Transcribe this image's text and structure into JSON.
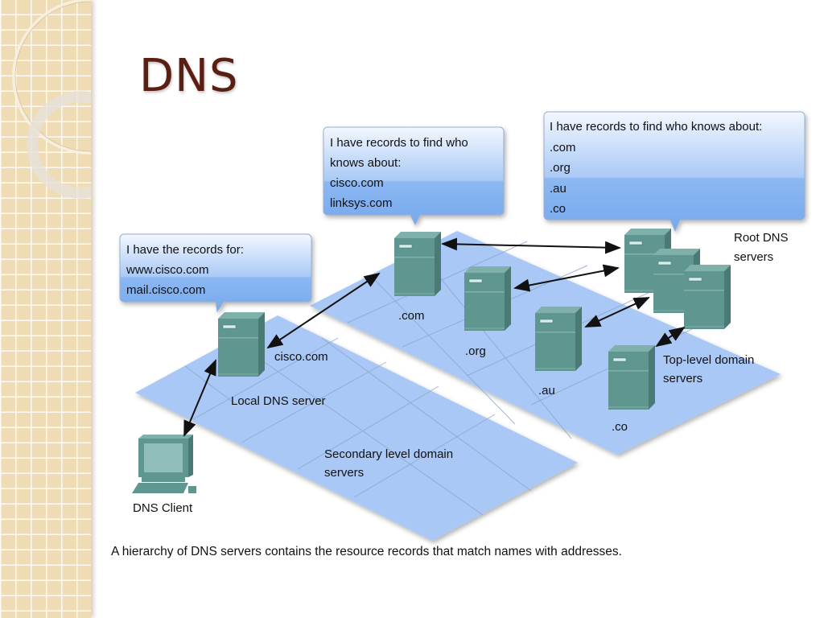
{
  "slide": {
    "title": "DNS",
    "caption": "A hierarchy of DNS servers contains the resource records that match names with addresses."
  },
  "bubbles": {
    "local": {
      "lines": [
        "I have the records for:",
        "www.cisco.com",
        "mail.cisco.com"
      ]
    },
    "com": {
      "lines": [
        "I have records to find who",
        "knows about:",
        "cisco.com",
        "linksys.com"
      ]
    },
    "root": {
      "lines": [
        "I have records to find who knows about:",
        ".com",
        ".org",
        ".au",
        ".co"
      ]
    }
  },
  "labels": {
    "root_dns": [
      "Root DNS",
      "servers"
    ],
    "tld": [
      "Top-level domain",
      "servers"
    ],
    "secondary": [
      "Secondary level domain",
      "servers"
    ],
    "local_dns": "Local DNS server",
    "cisco": "cisco.com",
    "com": ".com",
    "org": ".org",
    "au": ".au",
    "co": ".co",
    "client": "DNS Client"
  },
  "colors": {
    "title": "#5a1e12",
    "plane": "#a9c8f5",
    "server": "#5f9690",
    "bubble_top": "#eaf2ff",
    "bubble_bottom": "#7aaef2"
  }
}
